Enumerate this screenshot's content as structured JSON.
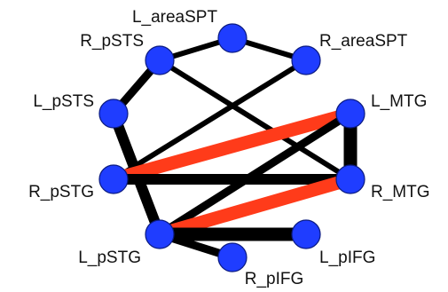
{
  "colors": {
    "background": "#ffffff",
    "node_fill": "#1f3dff",
    "node_stroke": "#0a1a80",
    "edge_default": "#000000",
    "edge_highlight": "#ff3b1a"
  },
  "nodes": [
    {
      "id": "L_areaSPT",
      "label": "L_areaSPT"
    },
    {
      "id": "R_areaSPT",
      "label": "R_areaSPT"
    },
    {
      "id": "L_MTG",
      "label": "L_MTG"
    },
    {
      "id": "R_MTG",
      "label": "R_MTG"
    },
    {
      "id": "L_pIFG",
      "label": "L_pIFG"
    },
    {
      "id": "R_pIFG",
      "label": "R_pIFG"
    },
    {
      "id": "L_pSTG",
      "label": "L_pSTG"
    },
    {
      "id": "R_pSTG",
      "label": "R_pSTG"
    },
    {
      "id": "L_pSTS",
      "label": "L_pSTS"
    },
    {
      "id": "R_pSTS",
      "label": "R_pSTS"
    }
  ],
  "edges": [
    {
      "source": "L_areaSPT",
      "target": "R_areaSPT",
      "weight": 2,
      "color": "default"
    },
    {
      "source": "L_areaSPT",
      "target": "R_pSTS",
      "weight": 2,
      "color": "default"
    },
    {
      "source": "R_areaSPT",
      "target": "R_pSTG",
      "weight": 2,
      "color": "default"
    },
    {
      "source": "R_pSTS",
      "target": "R_MTG",
      "weight": 2,
      "color": "default"
    },
    {
      "source": "R_pSTS",
      "target": "L_pSTS",
      "weight": 3,
      "color": "default"
    },
    {
      "source": "L_pSTS",
      "target": "L_pSTG",
      "weight": 4,
      "color": "default"
    },
    {
      "source": "R_pSTG",
      "target": "L_MTG",
      "weight": 5,
      "color": "highlight"
    },
    {
      "source": "R_pSTG",
      "target": "R_MTG",
      "weight": 4,
      "color": "default"
    },
    {
      "source": "L_pSTG",
      "target": "L_MTG",
      "weight": 3,
      "color": "default"
    },
    {
      "source": "L_pSTG",
      "target": "R_MTG",
      "weight": 5,
      "color": "highlight"
    },
    {
      "source": "L_MTG",
      "target": "R_MTG",
      "weight": 5,
      "color": "default"
    },
    {
      "source": "L_pSTG",
      "target": "L_pIFG",
      "weight": 5,
      "color": "default"
    },
    {
      "source": "L_pSTG",
      "target": "R_pIFG",
      "weight": 3,
      "color": "default"
    }
  ]
}
